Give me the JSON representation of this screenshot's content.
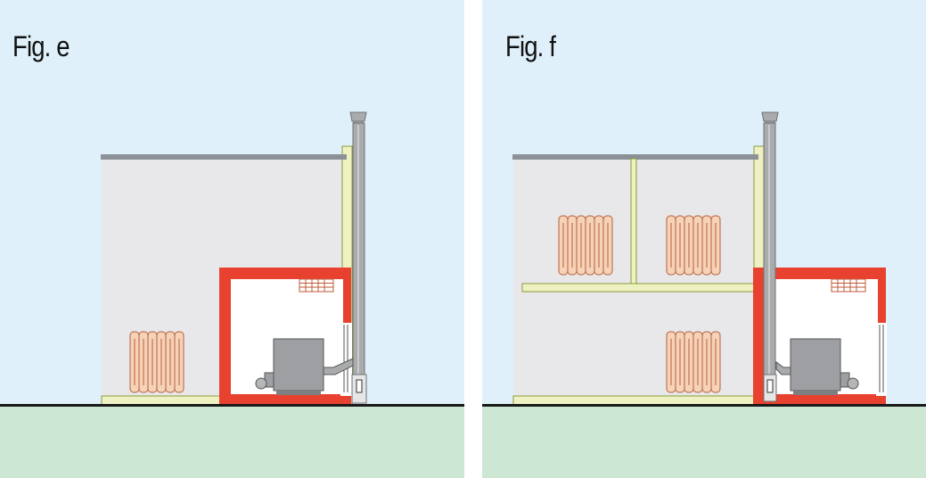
{
  "figures": [
    {
      "id": "e",
      "label": "Fig. e"
    },
    {
      "id": "f",
      "label": "Fig. f"
    }
  ],
  "colors": {
    "sky": "#dff0fa",
    "ground": "#cce8d4",
    "ground_line": "#1a1a1a",
    "building_fill": "#e8e8ea",
    "roof": "#8b9196",
    "insulation": "#eef2c2",
    "insulation_stroke": "#8a9a3a",
    "fire_wall": "#e8412f",
    "boiler_room": "#ffffff",
    "chimney": "#a9abad",
    "chimney_dark": "#6e7073",
    "radiator": "#f6d2b8",
    "radiator_stroke": "#b5603a",
    "boiler": "#9d9fa2",
    "grille": "#c05a3a"
  },
  "icons": [
    "radiator-icon",
    "boiler-icon",
    "chimney-icon",
    "vent-grille-icon",
    "window-icon"
  ]
}
